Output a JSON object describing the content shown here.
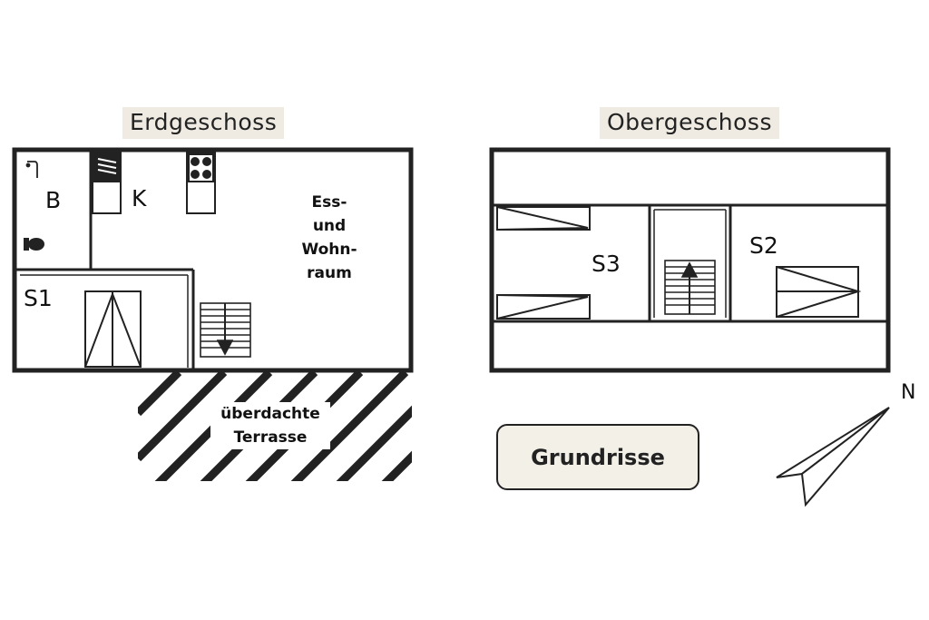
{
  "floors": {
    "ground": {
      "title": "Erdgeschoss",
      "rooms": {
        "bath": "B",
        "kitchen": "K",
        "living": [
          "Ess-",
          "und",
          "Wohn-",
          "raum"
        ],
        "bedroom1": "S1"
      },
      "terrace": [
        "überdachte",
        "Terrasse"
      ]
    },
    "upper": {
      "title": "Obergeschoss",
      "rooms": {
        "bedroom3": "S3",
        "bedroom2": "S2"
      }
    }
  },
  "legend": {
    "label": "Grundrisse"
  },
  "compass": {
    "label": "N",
    "icon": "north-arrow-icon"
  },
  "colors": {
    "wall": "#222222",
    "title_bg": "#efebe2",
    "legend_bg": "#f3f0e8"
  }
}
